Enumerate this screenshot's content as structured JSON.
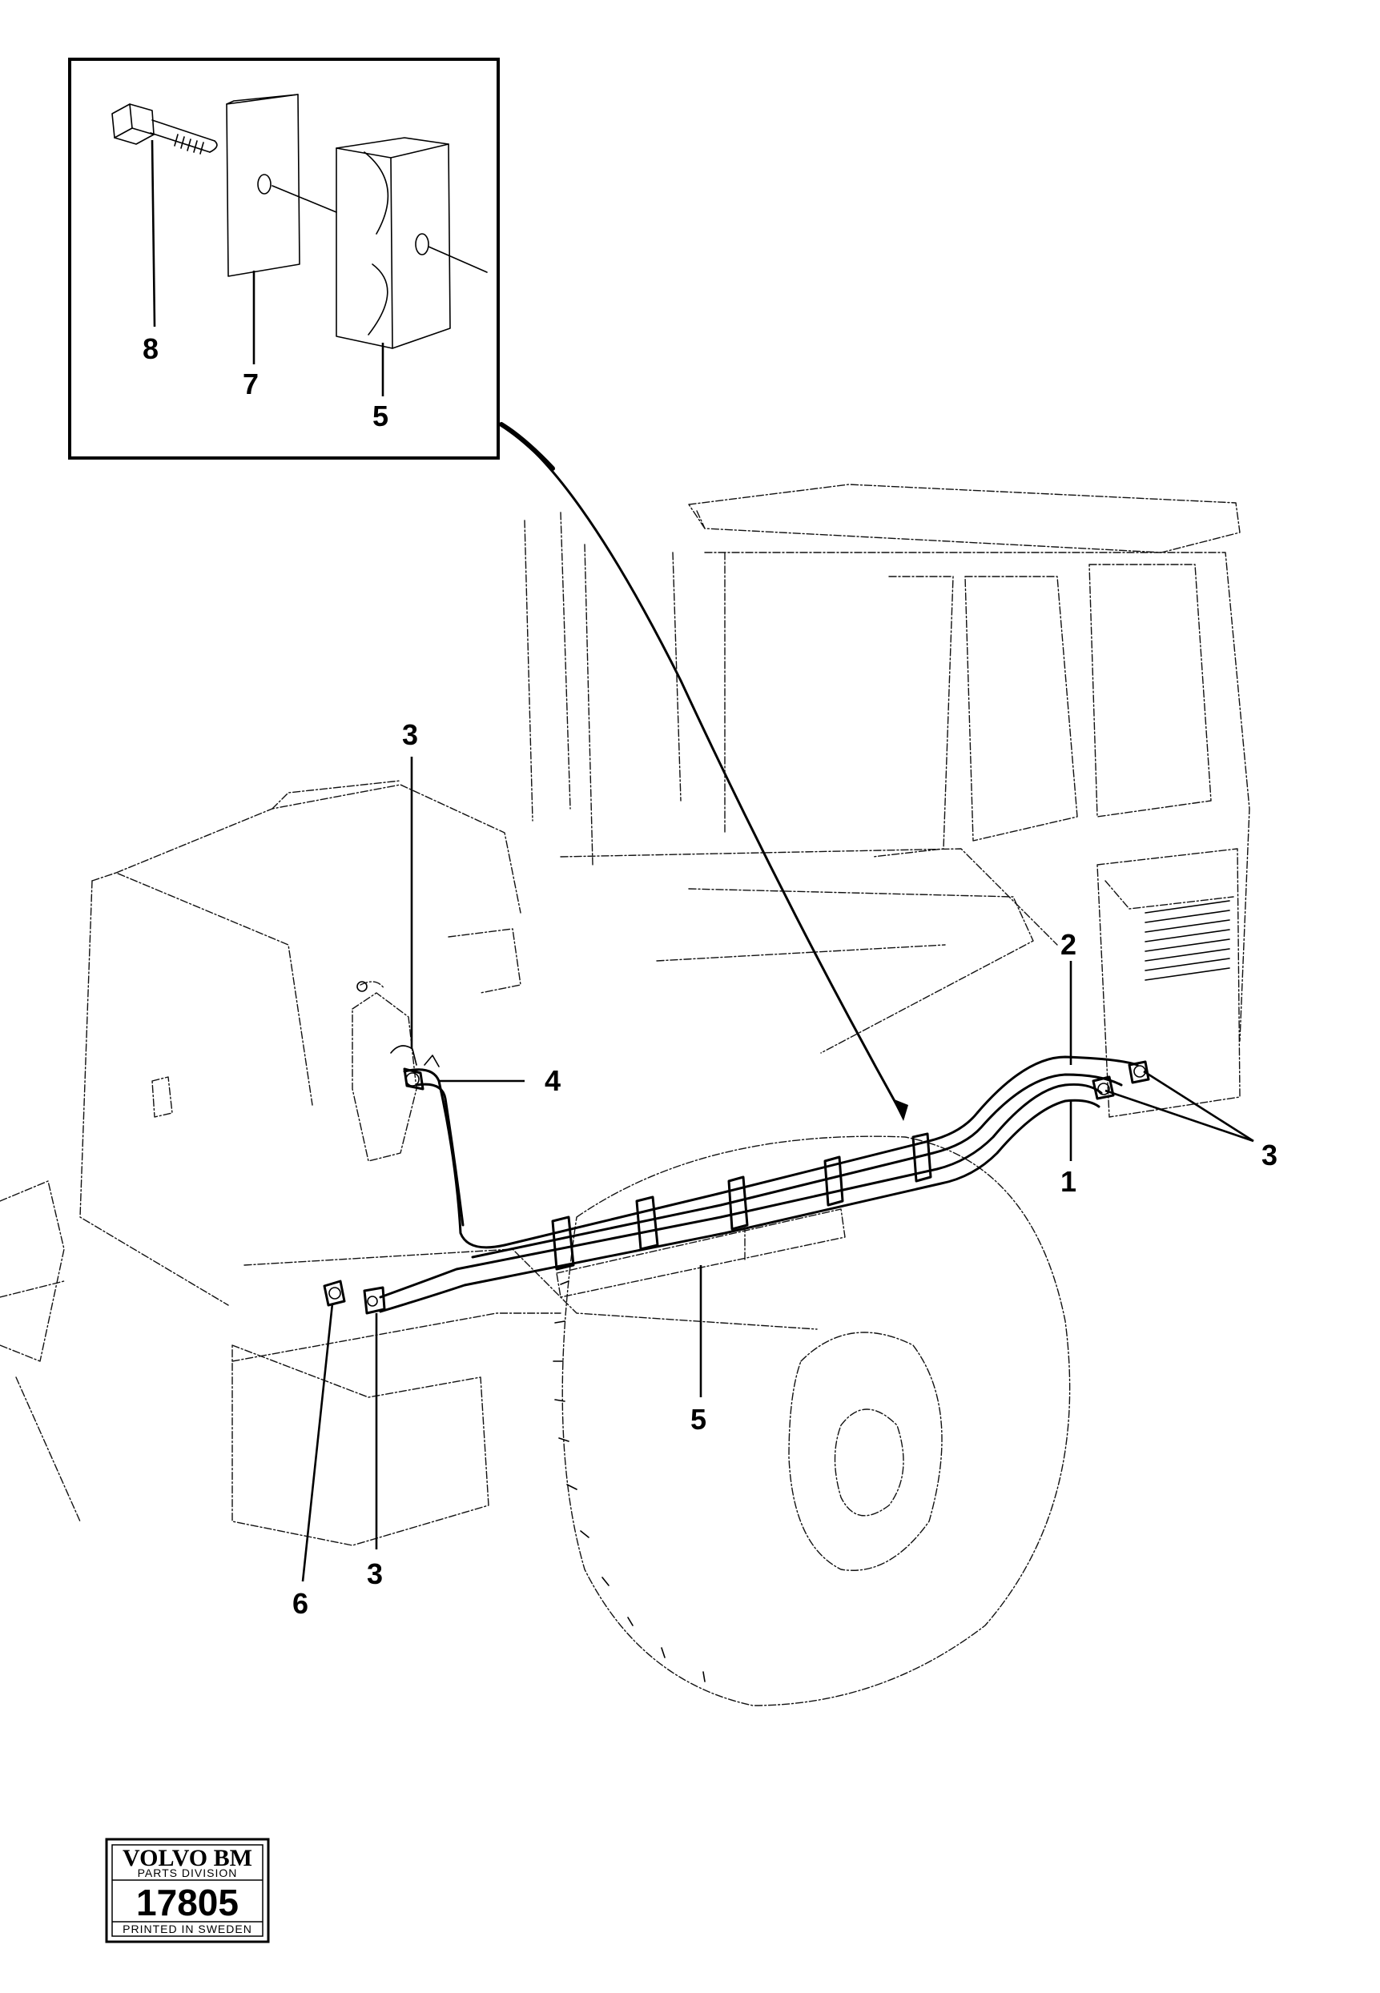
{
  "callouts": {
    "inset_bolt": "8",
    "inset_plate": "7",
    "inset_clamp": "5",
    "upper_fitting": "3",
    "hose_connector": "4",
    "hose_upper": "2",
    "hose_lower": "1",
    "right_fittings": "3",
    "clamp_assembly": "5",
    "nipple": "6",
    "lower_fitting": "3"
  },
  "stamp": {
    "brand": "VOLVO BM",
    "division": "PARTS DIVISION",
    "number": "17805",
    "printed": "PRINTED IN SWEDEN"
  }
}
